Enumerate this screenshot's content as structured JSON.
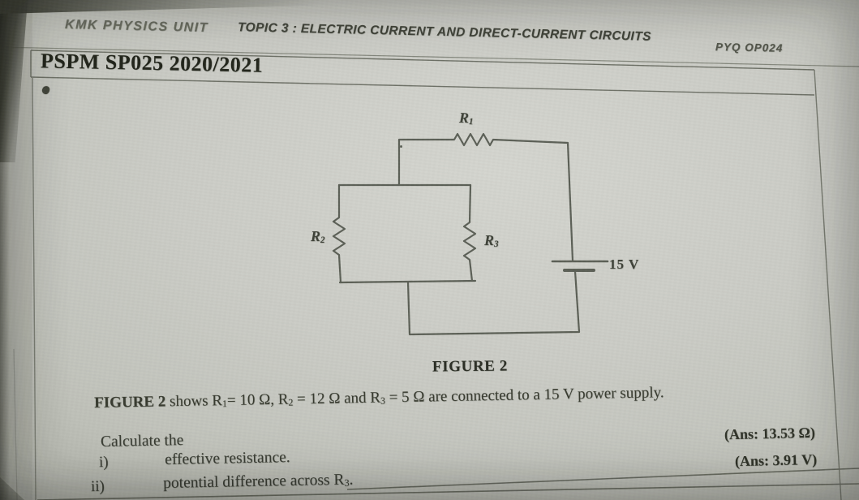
{
  "header": {
    "unit": "KMK PHYSICS UNIT",
    "topic": "TOPIC 3 : ELECTRIC CURRENT AND DIRECT-CURRENT CIRCUITS",
    "code": "PYQ OP024"
  },
  "title": "PSPM SP025 2020/2021",
  "figure": {
    "caption": "FIGURE 2",
    "supply_label": "15 V",
    "resistors": {
      "r1": [
        {
          "t": "R"
        },
        {
          "t": "1",
          "sub": true
        }
      ],
      "r2": [
        {
          "t": "R"
        },
        {
          "t": "2",
          "sub": true
        }
      ],
      "r3": [
        {
          "t": "R"
        },
        {
          "t": "3",
          "sub": true
        }
      ]
    }
  },
  "question": {
    "statement": [
      {
        "t": "FIGURE 2",
        "b": true
      },
      {
        "t": " shows R"
      },
      {
        "t": "1",
        "sub": true
      },
      {
        "t": "= 10 Ω, R"
      },
      {
        "t": "2",
        "sub": true
      },
      {
        "t": " = 12 Ω and R"
      },
      {
        "t": "3",
        "sub": true
      },
      {
        "t": " = 5 Ω are connected to a 15 V power supply."
      }
    ],
    "lead": "Calculate the",
    "answer1": "(Ans: 13.53 Ω)",
    "answer2": "(Ans: 3.91 V)",
    "item1_num": "i)",
    "item1_text": "effective resistance.",
    "item2_num": "ii)",
    "item2_text": [
      {
        "t": "potential difference across R"
      },
      {
        "t": "3",
        "sub": true
      },
      {
        "t": "."
      }
    ]
  },
  "colors": {
    "paper": "#cbccc6",
    "ink": "#3a3d34",
    "rule_line": "#74776d",
    "circuit_line": "#565a51"
  }
}
